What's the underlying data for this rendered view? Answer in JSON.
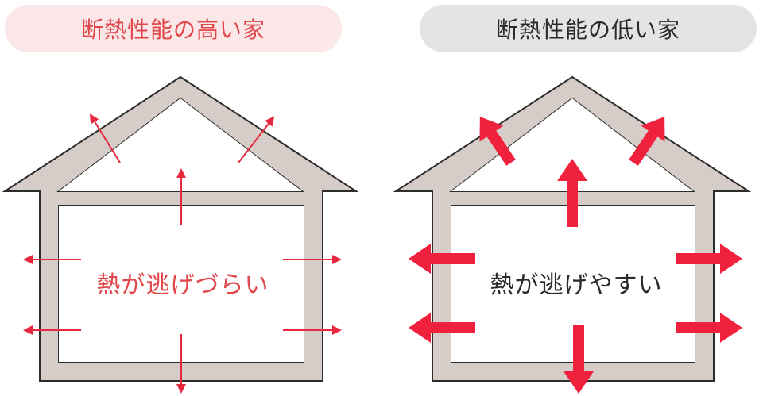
{
  "panels": [
    {
      "title": "断熱性能の高い家",
      "caption": "熱が逃げづらい",
      "accent_color": "#e0464a",
      "arrow_color": "#e8283f",
      "arrow_style": "thin"
    },
    {
      "title": "断熱性能の低い家",
      "caption": "熱が逃げやすい",
      "accent_color": "#2a2a2a",
      "arrow_color": "#f0213d",
      "arrow_style": "thick"
    }
  ],
  "colors": {
    "wall_fill": "#d6cdc9",
    "wall_stroke": "#2d2d2d",
    "interior": "#ffffff"
  }
}
